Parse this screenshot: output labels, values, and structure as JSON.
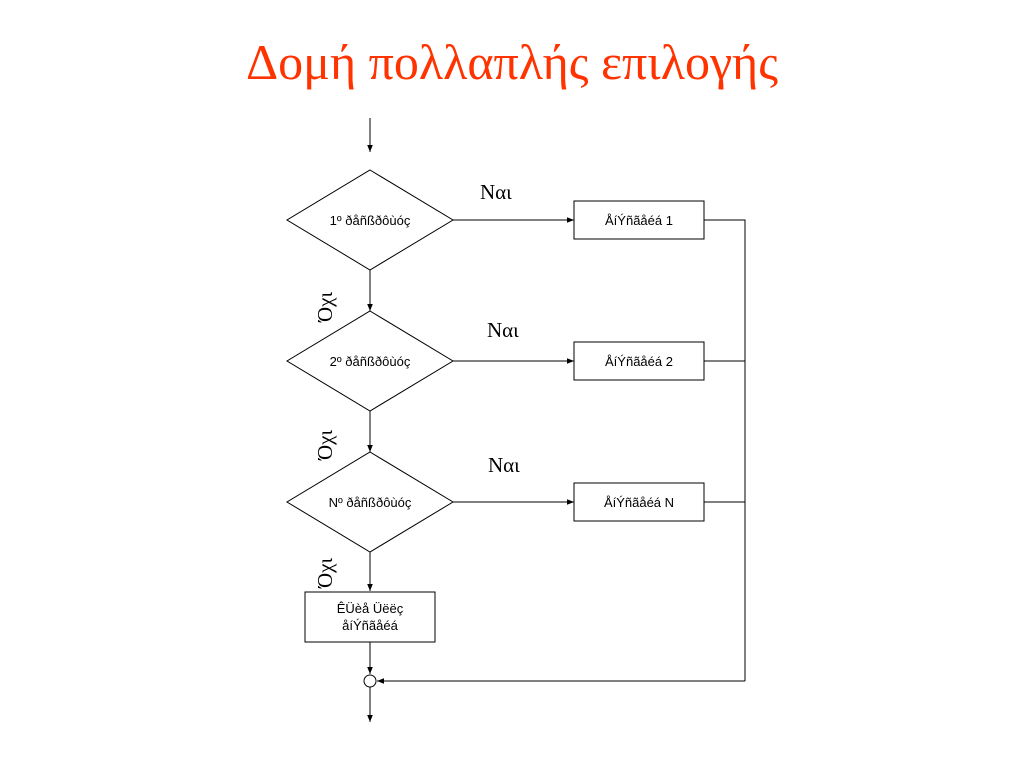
{
  "slide": {
    "title": "Δομή πολλαπλής επιλογής",
    "title_color": "#ff3300"
  },
  "flowchart": {
    "conditions": [
      {
        "label": "1º ðåñßðôùóç"
      },
      {
        "label": "2º ðåñßðôùóç"
      },
      {
        "label": "Nº ðåñßðôùóç"
      }
    ],
    "actions": [
      {
        "label": "ÅíÝñãåéá 1"
      },
      {
        "label": "ÅíÝñãåéá 2"
      },
      {
        "label": "ÅíÝñãåéá N"
      }
    ],
    "else_action": {
      "line1": "ÊÜèå Üëëç",
      "line2": "åíÝñãåéá"
    },
    "yes_label": "Ναι",
    "no_label": "Όχι"
  }
}
